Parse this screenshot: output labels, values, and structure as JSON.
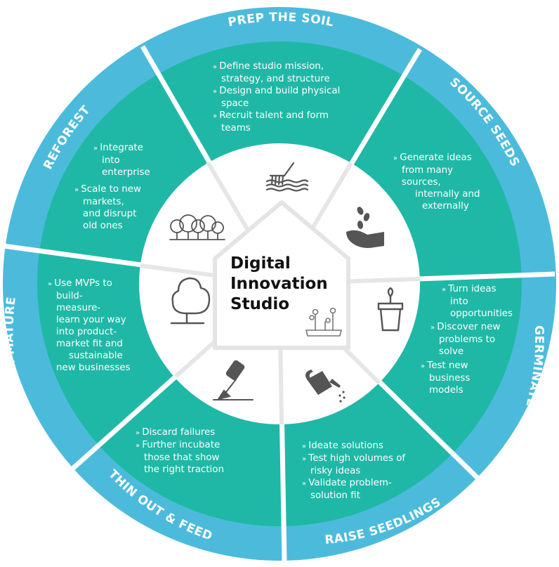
{
  "center": {
    "title_lines": [
      "Digital",
      "Innovation",
      "Studio"
    ]
  },
  "ring_labels": {
    "prep": "PREP THE SOIL",
    "source": "SOURCE SEEDS",
    "germinate": "GERMINATE",
    "raise": "RAISE SEEDLINGS",
    "thin": "THIN OUT & FEED",
    "grow": "GROW & MATURE",
    "reforest": "REFOREST"
  },
  "sections": {
    "prep": [
      [
        "Define studio mission,",
        "strategy, and structure"
      ],
      [
        "Design and build physical",
        "space"
      ],
      [
        "Recruit talent and form",
        "teams"
      ]
    ],
    "source": [
      [
        "Generate ideas",
        "from many",
        "sources,",
        "internally and",
        "externally"
      ]
    ],
    "germinate": [
      [
        "Turn ideas",
        "into",
        "opportunities"
      ],
      [
        "Discover new",
        "problems to",
        "solve"
      ],
      [
        "Test new",
        "business",
        "models"
      ]
    ],
    "raise": [
      [
        "Ideate solutions"
      ],
      [
        "Test high volumes of",
        "risky ideas"
      ],
      [
        "Validate problem-",
        "solution fit"
      ]
    ],
    "thin": [
      [
        "Discard failures"
      ],
      [
        "Further incubate",
        "those that show",
        "the right traction"
      ]
    ],
    "grow": [
      [
        "Use MVPs to",
        "build-",
        "measure-",
        "learn your way",
        "into product-",
        "market fit and",
        "sustainable",
        "new businesses"
      ]
    ],
    "reforest": [
      [
        "Integrate",
        "into",
        "enterprise"
      ],
      [
        "Scale to new",
        "markets,",
        "and disrupt",
        "old ones"
      ]
    ]
  },
  "icons": {
    "prep": "rake-in-soil-icon",
    "source": "hand-with-seeds-icon",
    "germinate": "sprout-pot-icon",
    "raise": "watering-can-icon",
    "thin": "hand-trowel-icon",
    "grow": "tree-icon",
    "reforest": "forest-icon",
    "center": "seedlings-icon"
  },
  "colors": {
    "outer_ring": "#4cbbdb",
    "segment": "#1fb8a6",
    "divider": "#ffffff",
    "hub": "#ffffff",
    "house_outline": "#e4e4e4",
    "icon": "#555555",
    "title": "#111111"
  }
}
